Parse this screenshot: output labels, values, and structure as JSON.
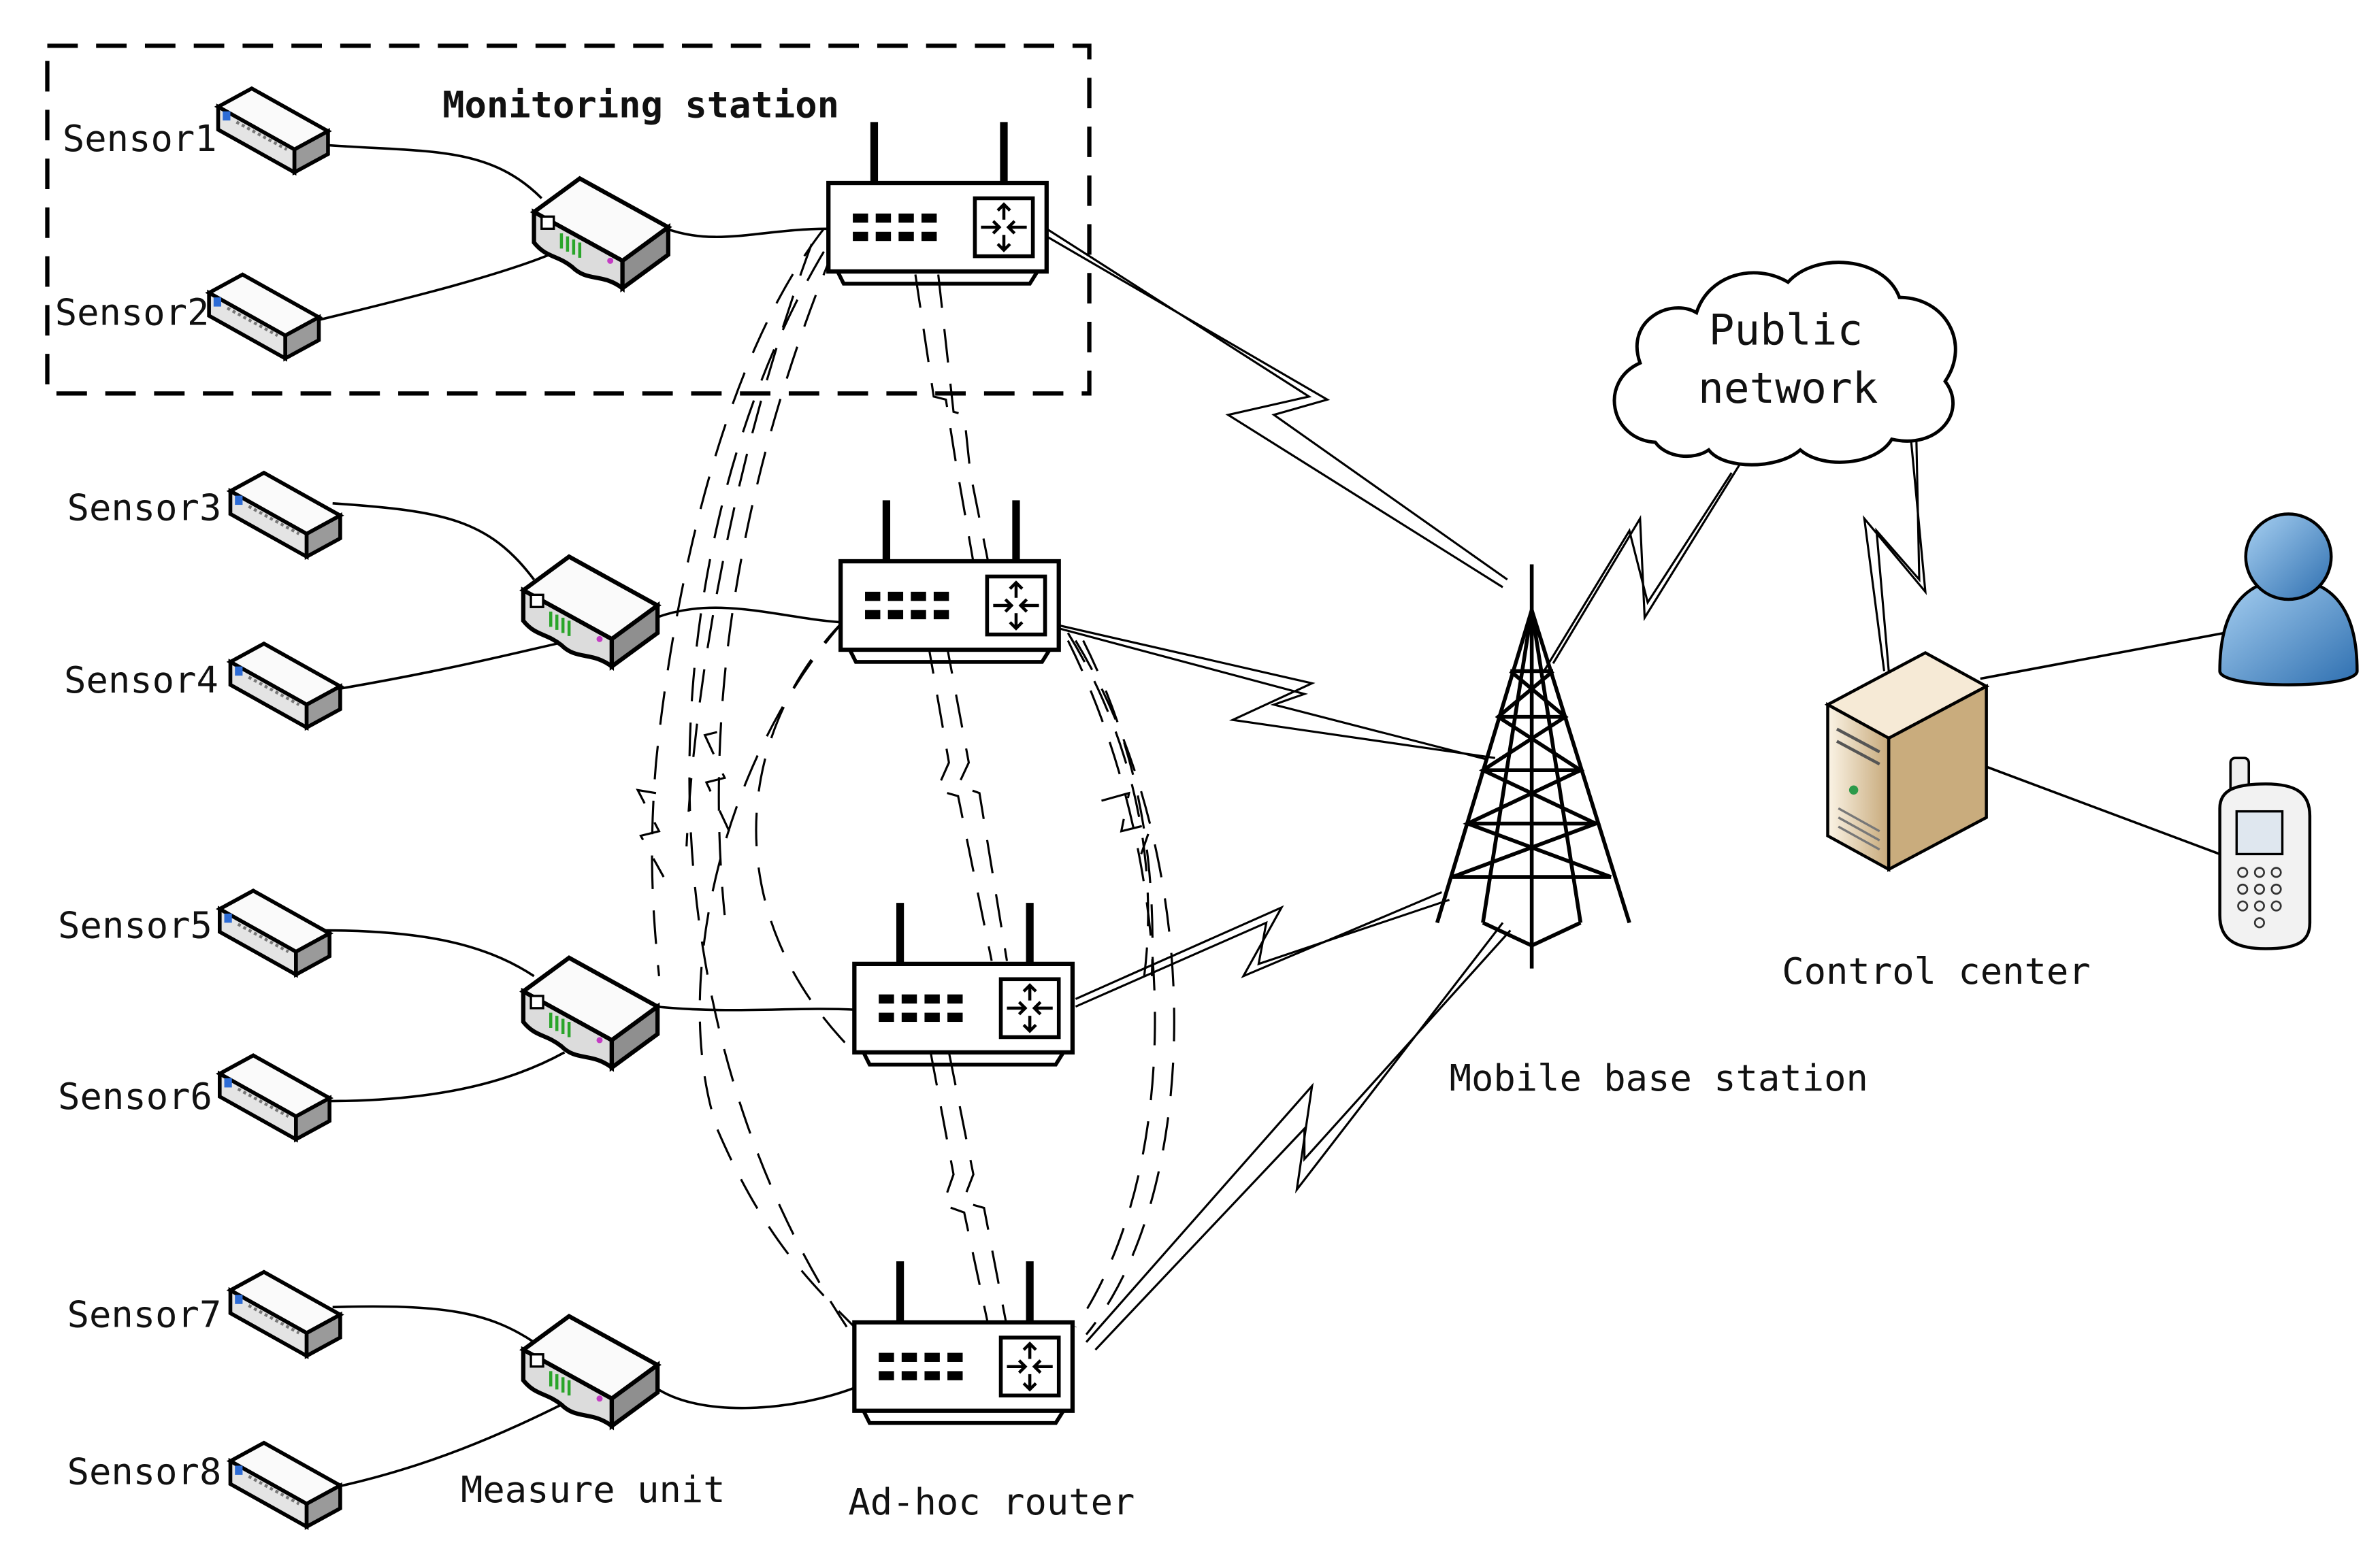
{
  "labels": {
    "monitoring_station": "Monitoring station",
    "public_network_line1": "Public",
    "public_network_line2": "network",
    "mobile_base_station": "Mobile base station",
    "control_center": "Control center",
    "measure_unit": "Measure unit",
    "adhoc_router": "Ad-hoc router"
  },
  "sensors": [
    {
      "label": "Sensor1"
    },
    {
      "label": "Sensor2"
    },
    {
      "label": "Sensor3"
    },
    {
      "label": "Sensor4"
    },
    {
      "label": "Sensor5"
    },
    {
      "label": "Sensor6"
    },
    {
      "label": "Sensor7"
    },
    {
      "label": "Sensor8"
    }
  ],
  "icons": {
    "sensor": "sensor-device-icon",
    "measure_unit": "measure-unit-icon",
    "router": "adhoc-router-icon",
    "tower": "cell-tower-icon",
    "cloud": "cloud-icon",
    "server": "server-icon",
    "user": "user-icon",
    "phone": "mobile-phone-icon"
  },
  "colors": {
    "line": "#000000",
    "user_blue": "#5b9bd5",
    "server_beige": "#e6d3b3"
  }
}
